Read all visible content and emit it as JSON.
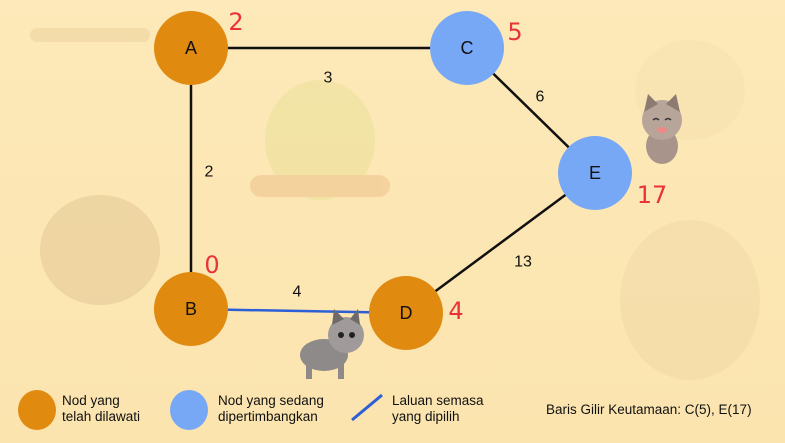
{
  "colors": {
    "visited": "#e08a10",
    "considering": "#77a8f6",
    "path": "#2d5fd6",
    "distance": "#e8323c",
    "edge": "#111111"
  },
  "nodes": [
    {
      "id": "A",
      "label": "A",
      "distance": "2",
      "state": "visited"
    },
    {
      "id": "B",
      "label": "B",
      "distance": "0",
      "state": "visited"
    },
    {
      "id": "C",
      "label": "C",
      "distance": "5",
      "state": "considering"
    },
    {
      "id": "D",
      "label": "D",
      "distance": "4",
      "state": "visited"
    },
    {
      "id": "E",
      "label": "E",
      "distance": "17",
      "state": "considering"
    }
  ],
  "edges": [
    {
      "from": "A",
      "to": "C",
      "weight": "3",
      "selected": false
    },
    {
      "from": "A",
      "to": "B",
      "weight": "2",
      "selected": false
    },
    {
      "from": "C",
      "to": "E",
      "weight": "6",
      "selected": false
    },
    {
      "from": "B",
      "to": "D",
      "weight": "4",
      "selected": true
    },
    {
      "from": "D",
      "to": "E",
      "weight": "13",
      "selected": false
    }
  ],
  "legend": {
    "visited_line1": "Nod yang",
    "visited_line2": "telah dilawati",
    "considering_line1": "Nod yang sedang",
    "considering_line2": "dipertimbangkan",
    "path_line1": "Laluan semasa",
    "path_line2": "yang dipilih"
  },
  "queue": "Baris Gilir Keutamaan: C(5), E(17)"
}
